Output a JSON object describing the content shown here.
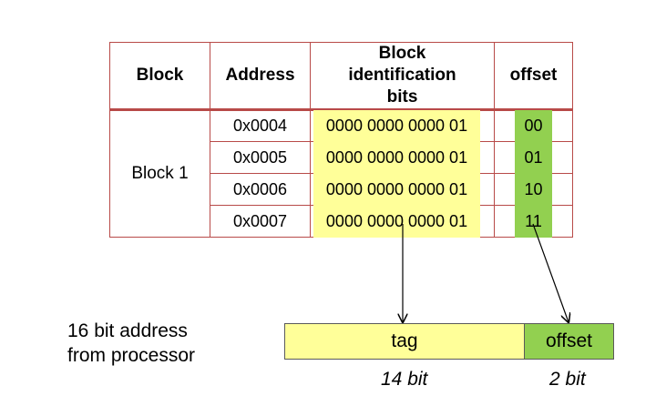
{
  "table": {
    "headers": {
      "block": "Block",
      "address": "Address",
      "block_id": "Block identification bits",
      "offset": "offset"
    },
    "block_name": "Block 1",
    "rows": [
      {
        "address": "0x0004",
        "block_bits": "0000 0000 0000 01",
        "offset": "00"
      },
      {
        "address": "0x0005",
        "block_bits": "0000 0000 0000 01",
        "offset": "01"
      },
      {
        "address": "0x0006",
        "block_bits": "0000 0000 0000 01",
        "offset": "10"
      },
      {
        "address": "0x0007",
        "block_bits": "0000 0000 0000 01",
        "offset": "11"
      }
    ]
  },
  "address_format": {
    "label_line1": "16 bit address",
    "label_line2": "from processor",
    "tag_label": "tag",
    "offset_label": "offset",
    "tag_width": "14 bit",
    "offset_width": "2 bit"
  },
  "colors": {
    "tag_fill": "#ffff99",
    "offset_fill": "#92d050",
    "table_border": "#b84a48"
  }
}
